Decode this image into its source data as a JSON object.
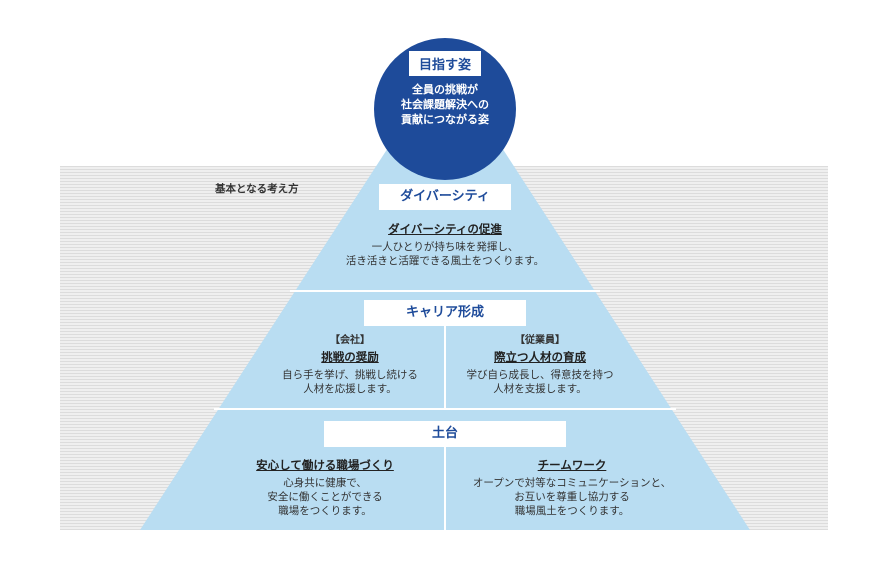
{
  "goal": {
    "title": "目指す姿",
    "lines": [
      "全員の挑戦が",
      "社会課題解決への",
      "貢献につながる姿"
    ]
  },
  "band_label": "基本となる考え方",
  "levels": {
    "diversity": {
      "title": "ダイバーシティ",
      "heading": "ダイバーシティの促進",
      "lines": [
        "一人ひとりが持ち味を発揮し、",
        "活き活きと活躍できる風土をつくります。"
      ]
    },
    "career": {
      "title": "キャリア形成",
      "left": {
        "tag": "【会社】",
        "heading": "挑戦の奨励",
        "lines": [
          "自ら手を挙げ、挑戦し続ける",
          "人材を応援します。"
        ]
      },
      "right": {
        "tag": "【従業員】",
        "heading": "際立つ人材の育成",
        "lines": [
          "学び自ら成長し、得意技を持つ",
          "人材を支援します。"
        ]
      }
    },
    "foundation": {
      "title": "土台",
      "left": {
        "heading": "安心して働ける職場づくり",
        "lines": [
          "心身共に健康で、",
          "安全に働くことができる",
          "職場をつくります。"
        ]
      },
      "right": {
        "heading": "チームワーク",
        "lines": [
          "オープンで対等なコミュニケーションと、",
          "お互いを尊重し協力する",
          "職場風土をつくります。"
        ]
      }
    }
  },
  "colors": {
    "pyramid_fill": "#b9ddf2",
    "goal_circle": "#1e4b9a",
    "title_text": "#1e4b9a"
  }
}
